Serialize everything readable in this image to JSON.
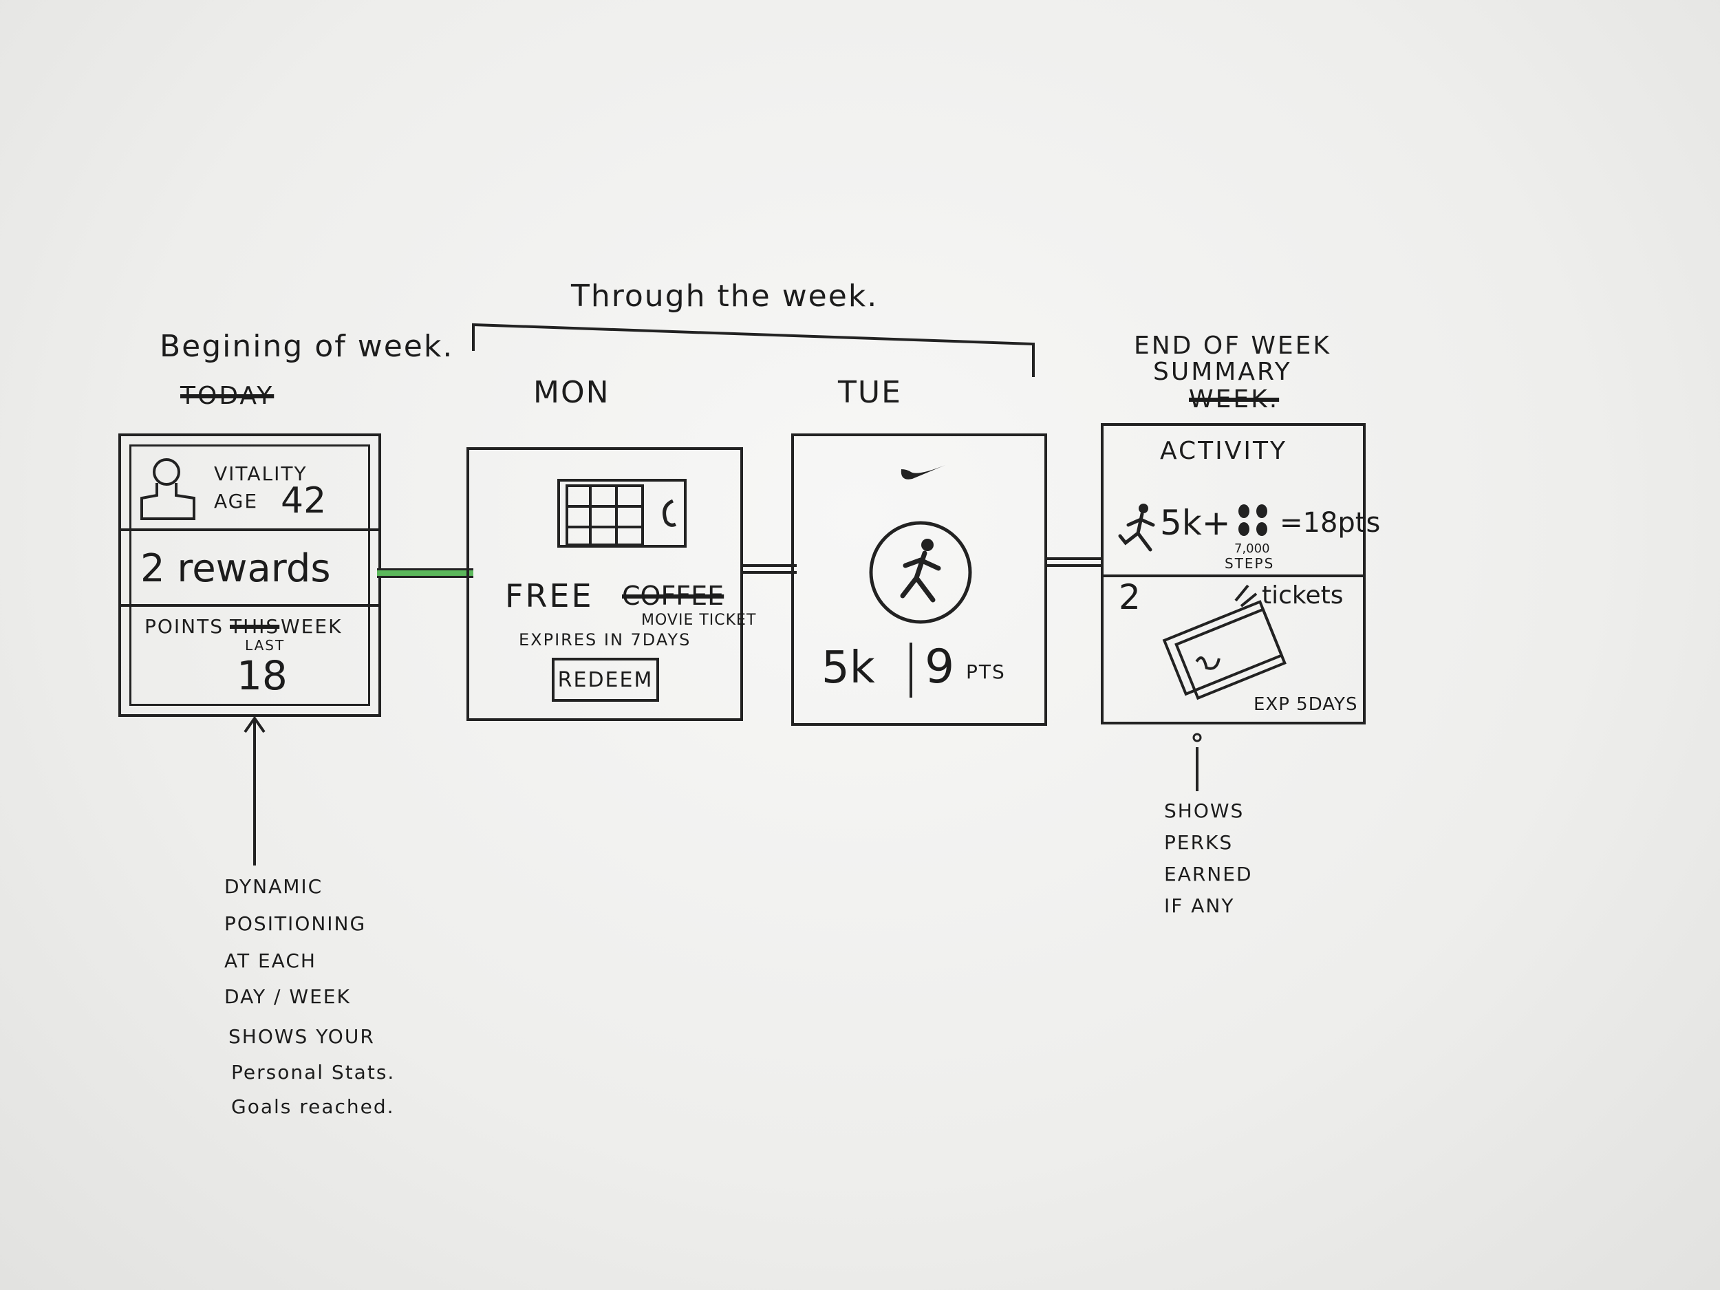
{
  "top": {
    "through_week": "Through the week.",
    "beginning": "Begining of week.",
    "beginning_struck": "TODAY",
    "mon": "MON",
    "tue": "TUE",
    "end_line1": "END OF WEEK",
    "end_line2": "SUMMARY",
    "end_struck": "WEEK."
  },
  "card1": {
    "vitality_label": "VITALITY",
    "age_label": "AGE",
    "age_value": "42",
    "rewards": "2 rewards",
    "points_label": "POINTS",
    "points_struck": "THIS",
    "points_week": "WEEK",
    "points_last": "LAST",
    "points_value": "18"
  },
  "card2": {
    "free": "FREE",
    "free_struck": "COFFEE",
    "item": "MOVIE TICKET",
    "expires": "EXPIRES IN 7DAYS",
    "redeem": "REDEEM"
  },
  "card3": {
    "distance": "5k",
    "points": "9",
    "points_unit": "PTS"
  },
  "card4": {
    "activity": "ACTIVITY",
    "equation_run": "5k+",
    "equation_result": "=18pts",
    "steps_count": "7,000",
    "steps_label": "STEPS",
    "tickets_count": "2",
    "tickets_label": "tickets",
    "expiry": "EXP 5DAYS"
  },
  "notes": {
    "left": [
      "DYNAMIC",
      "POSITIONING",
      "AT EACH",
      "DAY / WEEK",
      "SHOWS YOUR",
      "Personal Stats.",
      "Goals reached."
    ],
    "right": [
      "SHOWS",
      "PERKS",
      "EARNED",
      "IF ANY"
    ]
  },
  "colors": {
    "ink": "#1c1c1c",
    "highlight": "#5cb85c"
  }
}
